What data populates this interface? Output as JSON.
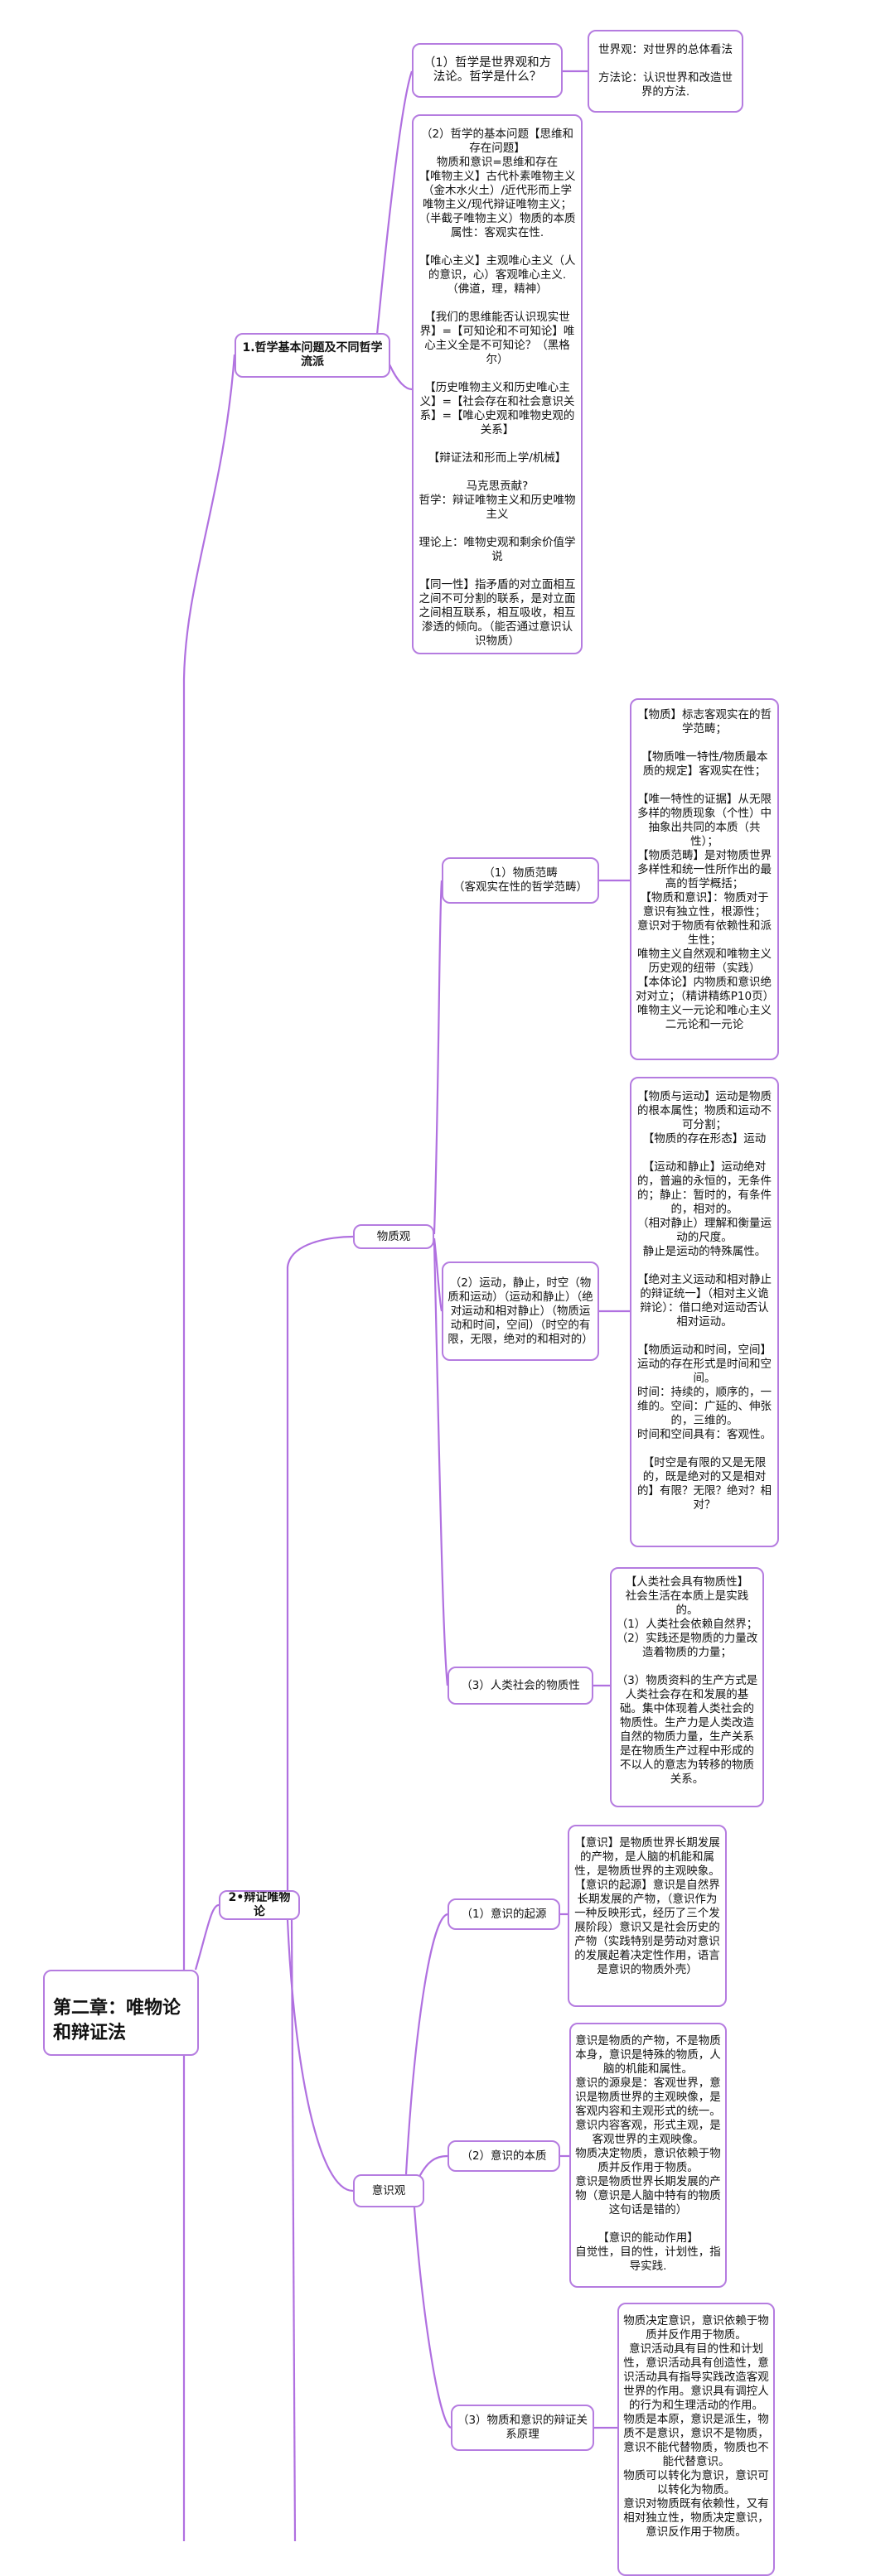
{
  "root": {
    "title": "第二章：唯物论和辩证法"
  },
  "branch1": {
    "title": "1.哲学基本问题及不同哲学流派",
    "sub1": {
      "title": "（1）哲学是世界观和方法论。哲学是什么？",
      "detail": [
        [
          "世界观：对世界的总体看法"
        ],
        [
          "方法论：认识世界和改造世界的方法."
        ]
      ]
    },
    "sub2": {
      "detail": [
        [
          "（2）哲学的基本问题【思维和存在问题】",
          "物质和意识=思维和存在",
          "【唯物主义】古代朴素唯物主义（金木水火土）/近代形而上学唯物主义/现代辩证唯物主义；（半截子唯物主义）物质的本质属性：客观实在性."
        ],
        [
          "【唯心主义】主观唯心主义（人的意识，心）客观唯心主义.（佛道，理，精神）"
        ],
        [
          "【我们的思维能否认识现实世界】=【可知论和不可知论】唯心主义全是不可知论？（黑格尔）"
        ],
        [
          "【历史唯物主义和历史唯心主义】=【社会存在和社会意识关系】=【唯心史观和唯物史观的关系】"
        ],
        [
          "【辩证法和形而上学/机械】"
        ],
        [
          "马克思贡献?",
          "哲学：辩证唯物主义和历史唯物主义"
        ],
        [
          "理论上：唯物史观和剩余价值学说"
        ],
        [
          "【同一性】指矛盾的对立面相互之间不可分割的联系，是对立面之间相互联系，相互吸收，相互渗透的倾向。（能否通过意识认识物质）"
        ]
      ]
    }
  },
  "branch2": {
    "title": "2•辩证唯物论",
    "matter": {
      "title": "物质观",
      "sub1": {
        "title": [
          "（1）物质范畴",
          "（客观实在性的哲学范畴）"
        ],
        "detail": [
          [
            "【物质】标志客观实在的哲学范畴；"
          ],
          [
            "【物质唯一特性/物质最本质的规定】客观实在性；"
          ],
          [
            "【唯一特性的证据】从无限多样的物质现象（个性）中抽象出共同的本质（共性）；",
            "【物质范畴】是对物质世界多样性和统一性所作出的最高的哲学概括；",
            "【物质和意识】：物质对于意识有独立性，根源性；",
            "意识对于物质有依赖性和派生性；",
            "唯物主义自然观和唯物主义历史观的纽带（实践）",
            "【本体论】内物质和意识绝对对立；（精讲精练P10页）",
            "唯物主义一元论和唯心主义二元论和一元论"
          ]
        ]
      },
      "sub2": {
        "title": [
          "（2）运动，静止，时空（物质和运动）（运动和静止）（绝对运动和相对静止）（物质运动和时间，空间）（时空的有限，无限，绝对的和相对的）"
        ],
        "detail": [
          [
            "【物质与运动】运动是物质的根本属性；物质和运动不可分割；",
            "【物质的存在形态】运动"
          ],
          [
            "【运动和静止】运动绝对的，普遍的永恒的，无条件的；静止：暂时的，有条件的，相对的。",
            "（相对静止）理解和衡量运动的尺度。",
            "静止是运动的特殊属性。"
          ],
          [
            "【绝对主义运动和相对静止的辩证统一】（相对主义诡辩论）：借口绝对运动否认相对运动。"
          ],
          [
            "【物质运动和时间，空间】运动的存在形式是时间和空间。",
            "时间：持续的，顺序的，一维的。空间：广延的、伸张的，三维的。",
            "时间和空间具有：客观性。"
          ],
          [
            "【时空是有限的又是无限的，既是绝对的又是相对的】有限？无限？绝对？相对？"
          ]
        ]
      },
      "sub3": {
        "title": [
          "（3）人类社会的物质性"
        ],
        "detail": [
          [
            "【人类社会具有物质性】",
            "社会生活在本质上是实践的。",
            "（1）人类社会依赖自然界；",
            "（2）实践还是物质的力量改造着物质的力量；"
          ],
          [
            "（3）物质资料的生产方式是人类社会存在和发展的基础。集中体现着人类社会的物质性。生产力是人类改造自然的物质力量，生产关系是在物质生产过程中形成的不以人的意志为转移的物质关系。"
          ]
        ]
      }
    },
    "consciousness": {
      "title": "意识观",
      "sub1": {
        "title": [
          "（1）意识的起源"
        ],
        "detail": [
          [
            "【意识】是物质世界长期发展的产物，是人脑的机能和属性，是物质世界的主观映象。",
            "【意识的起源】意识是自然界长期发展的产物，（意识作为一种反映形式，经历了三个发展阶段）意识又是社会历史的产物（实践特别是劳动对意识的发展起着决定性作用，语言是意识的物质外壳）"
          ]
        ]
      },
      "sub2": {
        "title": [
          "（2）意识的本质"
        ],
        "detail": [
          [
            "意识是物质的产物，不是物质本身，意识是特殊的物质，人脑的机能和属性。",
            "意识的源泉是：客观世界，意识是物质世界的主观映像，是客观内容和主观形式的统一。",
            "意识内容客观，形式主观，是客观世界的主观映像。",
            "物质决定物质，意识依赖于物质并反作用于物质。",
            "意识是物质世界长期发展的产物（意识是人脑中特有的物质这句话是错的）"
          ],
          [
            "【意识的能动作用】",
            "自觉性，目的性，计划性，指导实践."
          ]
        ]
      },
      "sub3": {
        "title": [
          "（3）物质和意识的辩证关系原理"
        ],
        "detail": [
          [
            "物质决定意识，意识依赖于物质并反作用于物质。",
            "意识活动具有目的性和计划性，意识活动具有创造性，意识活动具有指导实践改造客观世界的作用。意识具有调控人的行为和生理活动的作用。",
            "物质是本原，意识是派生，物质不是意识，意识不是物质，意识不能代替物质，物质也不能代替意识。",
            "物质可以转化为意识，意识可以转化为物质。",
            "意识对物质既有依赖性，又有相对独立性，物质决定意识，意识反作用于物质。"
          ]
        ]
      }
    }
  },
  "colors": {
    "line": "#b070e0",
    "border": "#b57ce0"
  }
}
